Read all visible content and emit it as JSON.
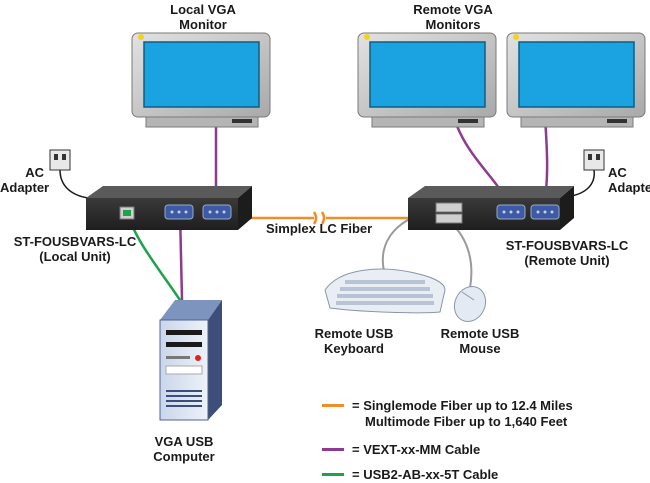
{
  "labels": {
    "local_monitor": [
      "Local VGA",
      "Monitor"
    ],
    "remote_monitors": [
      "Remote VGA",
      "Monitors"
    ],
    "ac_adapter_left": [
      "AC",
      "Adapter"
    ],
    "ac_adapter_right": [
      "AC",
      "Adapter"
    ],
    "local_unit": [
      "ST-FOUSBVARS-LC",
      "(Local Unit)"
    ],
    "remote_unit": [
      "ST-FOUSBVARS-LC",
      "(Remote Unit)"
    ],
    "fiber": "Simplex LC Fiber",
    "keyboard": [
      "Remote USB",
      "Keyboard"
    ],
    "mouse": [
      "Remote USB",
      "Mouse"
    ],
    "computer": [
      "VGA USB",
      "Computer"
    ]
  },
  "legend": [
    {
      "color": "#f28c28",
      "lines": [
        "= Singlemode Fiber up to 12.4 Miles",
        "Multimode Fiber up to 1,640 Feet"
      ]
    },
    {
      "color": "#8e3a8e",
      "lines": [
        "= VEXT-xx-MM Cable"
      ]
    },
    {
      "color": "#1fa34a",
      "lines": [
        "= USB2-AB-xx-5T Cable"
      ]
    }
  ],
  "colors": {
    "fiber": "#f28c28",
    "vga_cable": "#8e3a8e",
    "usb_cable": "#1fa34a",
    "screen": "#1aa3e0",
    "unit_body": "#2b2b2b",
    "unit_top": "#555555"
  }
}
